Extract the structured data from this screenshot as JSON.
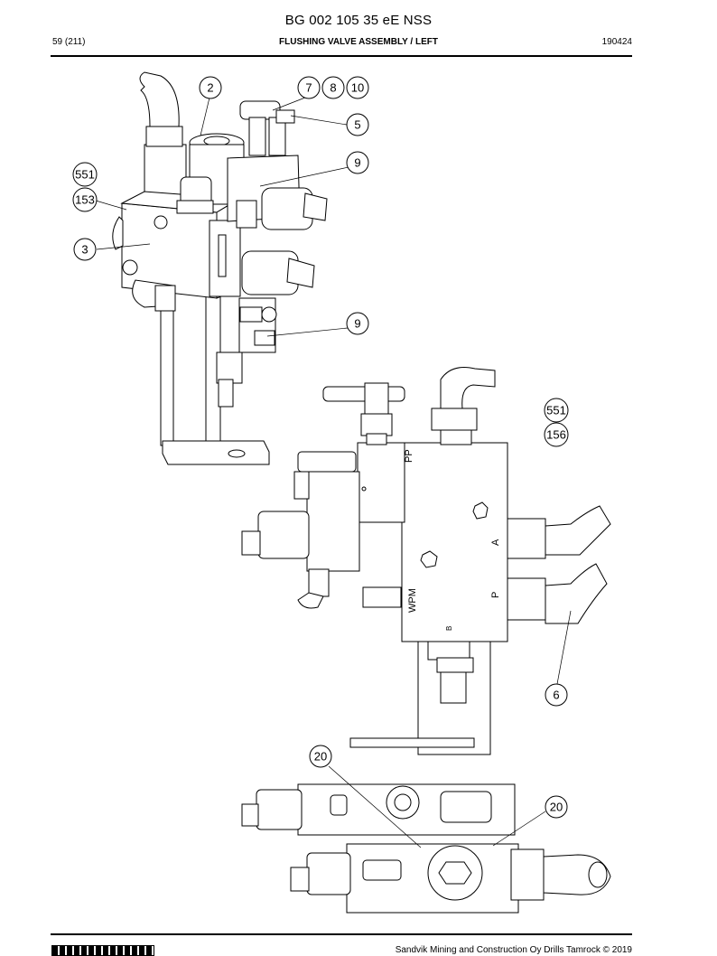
{
  "header": {
    "doc_title": "BG 002 105 35 eE NSS",
    "page": "59 (211)",
    "section": "FLUSHING VALVE ASSEMBLY / LEFT",
    "date_code": "190424"
  },
  "footer": {
    "copyright": "Sandvik Mining and Construction Oy Drills Tamrock © 2019"
  },
  "valve_markings": {
    "pp": "PP",
    "a": "A",
    "p": "P",
    "wpm": "WPM",
    "b": "B"
  },
  "callouts": {
    "c2": "2",
    "c7": "7",
    "c8": "8",
    "c10": "10",
    "c5": "5",
    "c9a": "9",
    "c551a": "551",
    "c153": "153",
    "c3": "3",
    "c9b": "9",
    "c551b": "551",
    "c156": "156",
    "c6": "6",
    "c20a": "20",
    "c20b": "20"
  }
}
